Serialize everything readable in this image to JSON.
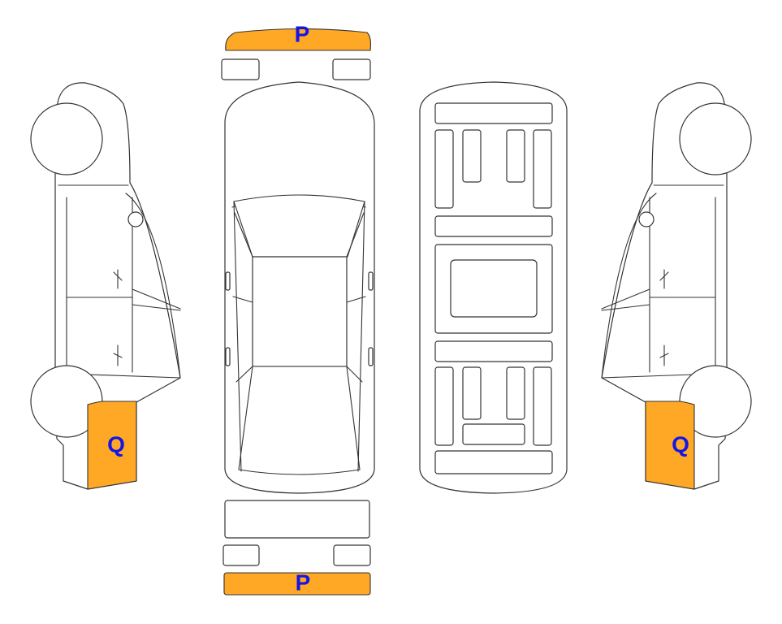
{
  "diagram": {
    "marked_color": "#FFA826",
    "label_color": "#1515E6",
    "outline_color": "#333333",
    "marks": {
      "front_bumper": "P",
      "rear_bumper": "P",
      "left_rear_quarter": "Q",
      "right_rear_quarter": "Q"
    }
  }
}
